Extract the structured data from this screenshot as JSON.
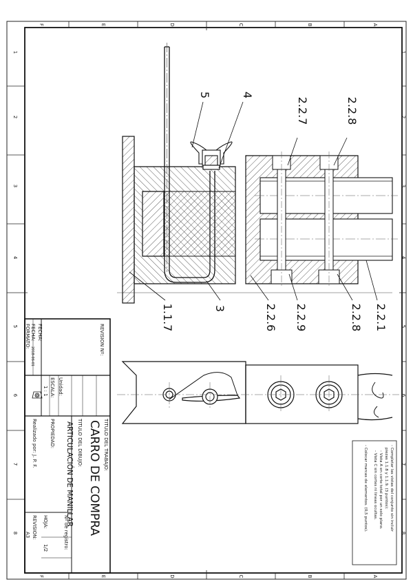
{
  "frame": {
    "rows_top": [
      "F",
      "E",
      "D",
      "C",
      "B",
      "A"
    ],
    "rows_bottom": [
      "F",
      "E",
      "D",
      "C",
      "B",
      "A"
    ],
    "cols_left": [
      "1",
      "2",
      "3",
      "4",
      "5",
      "6",
      "7",
      "8"
    ],
    "cols_right": [
      "1",
      "2",
      "3",
      "4",
      "5",
      "6",
      "7",
      "8"
    ]
  },
  "callouts": {
    "c_5": "5",
    "c_4": "4",
    "c_227": "2.2.7",
    "c_228_top": "2.2.8",
    "c_117": "1.1.7",
    "c_3": "3",
    "c_226": "2.2.6",
    "c_229": "2.2.9",
    "c_228_bottom": "2.2.8",
    "c_221": "2.2.1"
  },
  "notes": [
    "- Completar las vistas del conjunto sin incluir",
    "piezas 1.1.8 y 1.1.9. (3 puntos):",
    "- Vista A en corte total por un solo plano.",
    "- Vista C sin cortes ni lineas ocultas.",
    "- Colocar marcas de elementos. (0,5 puntos)."
  ],
  "title_block": {
    "revision_label": "REVISION Nº:",
    "fecha_label1": "FECHA:",
    "fecha_label2": "FECHA:",
    "fecha_value": "2018-06-01",
    "formato_label": "FORMATO:",
    "unidad_label": "Unidad:",
    "escala_label": "ESCALA:",
    "escala_value": "1 : 1",
    "titulo_trabajo_label": "TITULO DEL TRABAJO:",
    "titulo_trabajo": "CARRO DE COMPRA",
    "titulo_dibujo_label": "TITULO DEL DIBUJO:",
    "titulo_dibujo": "ARTICULACIÓN DE MANILLAR",
    "propiedad_label": "PROPIEDAD:",
    "realizado_label": "Realizado por:",
    "realizado_value": "J. P. F.",
    "registro_label": "Nº de registro:",
    "hoja_label": "HOJA:",
    "hoja_value": "1/2",
    "revision_label2": "REVISION:",
    "formato_value": "A3"
  }
}
